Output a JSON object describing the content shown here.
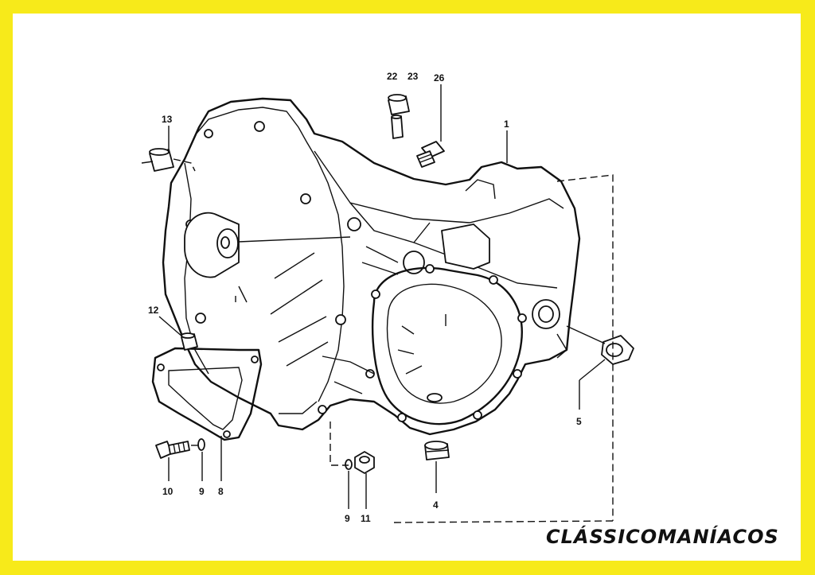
{
  "diagram": {
    "watermark": "CLÁSSICOMANÍACOS",
    "callouts": {
      "c1": "1",
      "c4": "4",
      "c5": "5",
      "c8": "8",
      "c9a": "9",
      "c9b": "9",
      "c10": "10",
      "c11": "11",
      "c12": "12",
      "c13": "13",
      "c22": "22",
      "c23": "23",
      "c26": "26"
    }
  }
}
